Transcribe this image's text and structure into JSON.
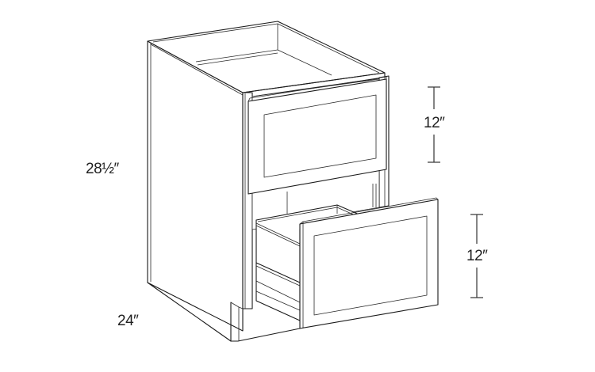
{
  "diagram": {
    "subject": "Base cabinet with two drawers (line drawing)",
    "colors": {
      "line": "#1a1a1a",
      "background": "#ffffff",
      "dimension": "#333333"
    },
    "dimensions": {
      "height": "28½″",
      "depth": "24″",
      "top_drawer": "12″",
      "bottom_drawer": "12″"
    }
  }
}
